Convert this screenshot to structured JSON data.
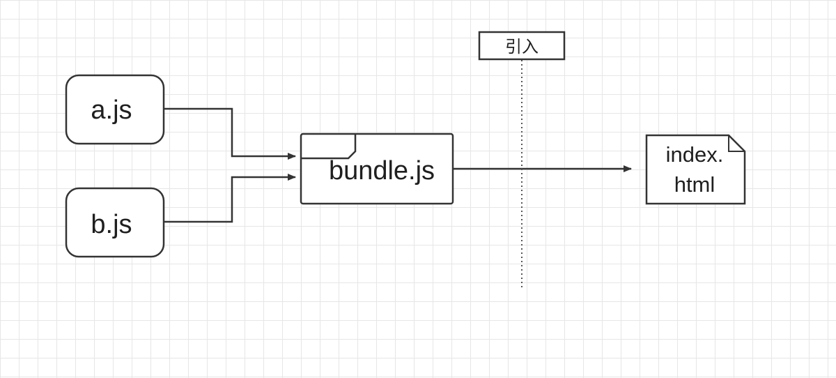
{
  "diagram": {
    "nodes": {
      "a_js": "a.js",
      "b_js": "b.js",
      "bundle": "bundle.js",
      "index_line1": "index.",
      "index_line2": "html"
    },
    "annotation": "引入"
  },
  "colors": {
    "stroke": "#333333",
    "grid": "#e6e6e6",
    "background": "#ffffff"
  }
}
